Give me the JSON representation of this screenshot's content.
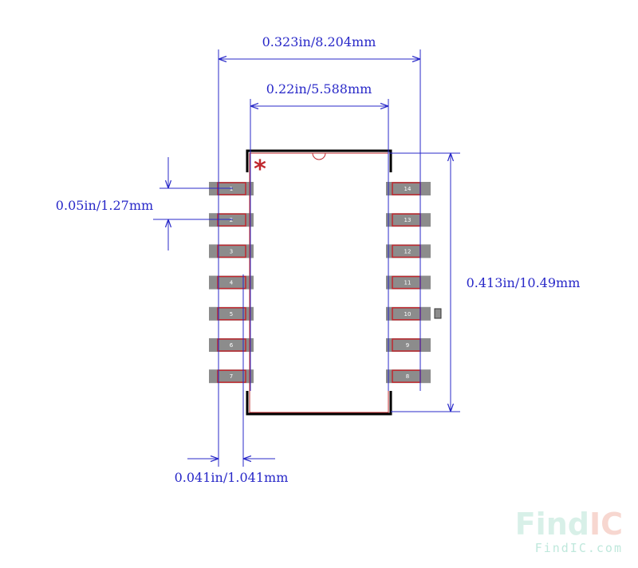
{
  "dimensions": {
    "overall_width": "0.323in/8.204mm",
    "body_width": "0.22in/5.588mm",
    "pitch": "0.05in/1.27mm",
    "height": "0.413in/10.49mm",
    "pad_width": "0.041in/1.041mm"
  },
  "pins": {
    "left": [
      "1",
      "2",
      "3",
      "4",
      "5",
      "6",
      "7"
    ],
    "right": [
      "14",
      "13",
      "12",
      "11",
      "10",
      "9",
      "8"
    ]
  },
  "pin1_marker": "*",
  "watermark": {
    "brand_a": "Find",
    "brand_b": "IC",
    "url": "FindIC.com"
  },
  "colors": {
    "dimension": "#2828c8",
    "pad": "#8c8c8c",
    "pad_outline": "#c0282e",
    "silkscreen": "#000000",
    "marker": "#c0282e"
  }
}
